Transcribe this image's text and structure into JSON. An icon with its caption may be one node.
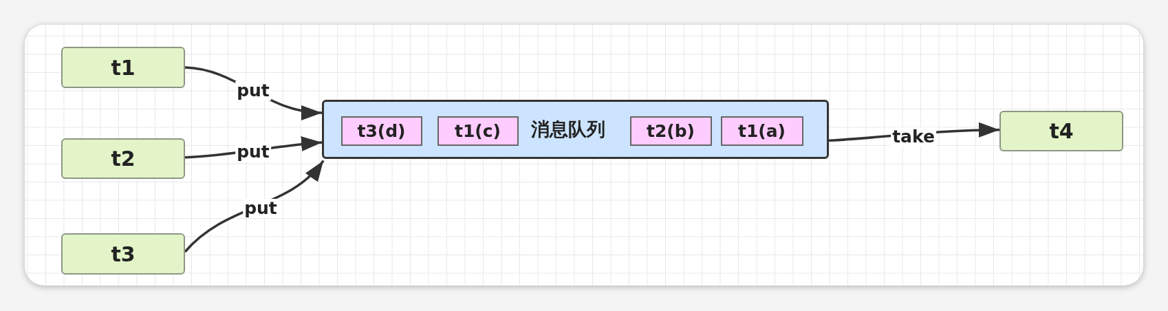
{
  "diagram": {
    "nodes": [
      {
        "text": [
          "t1"
        ]
      },
      {
        "text": [
          "t2"
        ]
      },
      {
        "text": [
          "t3"
        ]
      },
      {
        "text": [
          "消息队列"
        ]
      },
      {
        "text": [
          "t3(d)"
        ],
        "in": 3
      },
      {
        "text": [
          "t1(c)"
        ],
        "in": 3
      },
      {
        "text": [
          "t2(b)"
        ],
        "in": 3
      },
      {
        "text": [
          "t1(a)"
        ],
        "in": 3
      },
      {
        "text": [
          "t4"
        ]
      }
    ],
    "edges": [
      {
        "from": 0,
        "to": 3,
        "arrow": "to",
        "label": "put"
      },
      {
        "from": 1,
        "to": 3,
        "arrow": "to",
        "label": "put"
      },
      {
        "from": 2,
        "to": 3,
        "arrow": "to",
        "label": "put"
      },
      {
        "from": 3,
        "to": 8,
        "arrow": "to",
        "label": "take"
      }
    ]
  }
}
